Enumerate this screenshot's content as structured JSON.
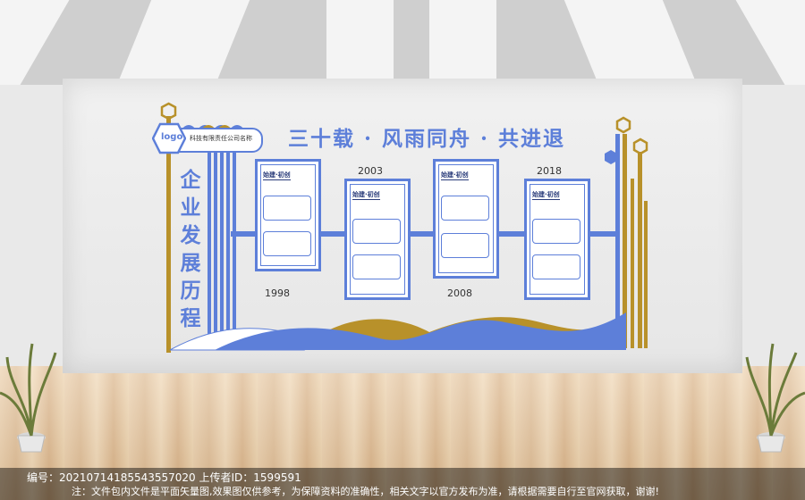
{
  "wall": {
    "title": "三十载 · 风雨同舟 · 共进退",
    "vertical_title": "企业发展历程",
    "logo_text": "logo",
    "company_name": "科技有限责任公司名称"
  },
  "timeline": [
    {
      "year": "1998",
      "heading": "始建·初创"
    },
    {
      "year": "2003",
      "heading": "始建·初创"
    },
    {
      "year": "2008",
      "heading": "始建·初创"
    },
    {
      "year": "2018",
      "heading": "始建·初创"
    }
  ],
  "footer": {
    "id_line": "编号：20210714185543557020 上传者ID：1599591",
    "note": "注：文件包内文件是平面矢量图,效果图仅供参考，为保障资料的准确性，相关文字以官方发布为准，请根据需要自行至官网获取，谢谢!"
  },
  "colors": {
    "blue": "#5d7fd9",
    "gold": "#b8912a",
    "wall": "#ececec",
    "floor": "#e2c29a"
  }
}
